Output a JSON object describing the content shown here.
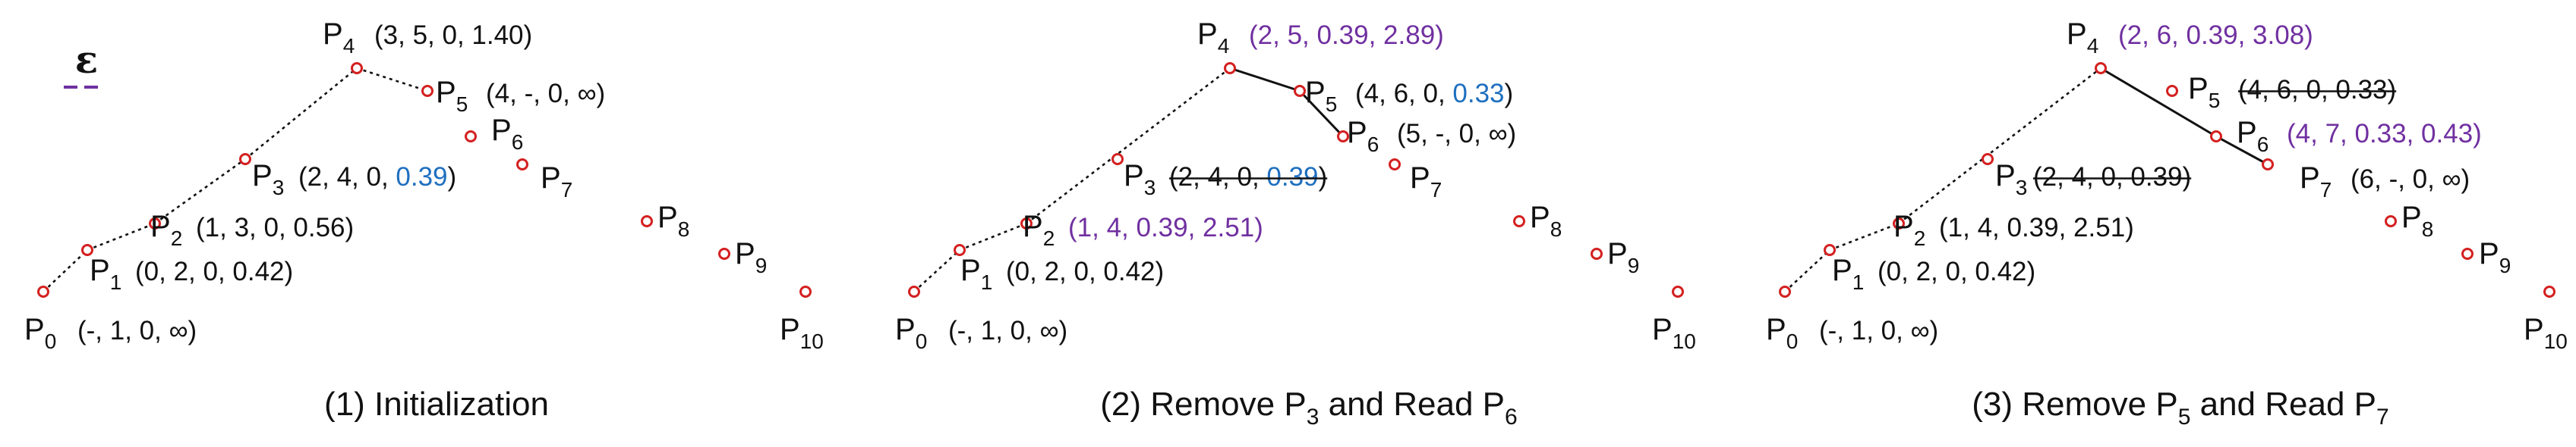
{
  "legend": {
    "epsilon_symbol": "ε"
  },
  "colors": {
    "point": "#d42020",
    "purple": "#7030a0",
    "blue": "#1f6fbf",
    "text": "#111111",
    "strike": "#111111"
  },
  "panels": [
    {
      "id": "panel-1",
      "caption": [
        {
          "t": "(1) Initialization"
        }
      ],
      "points": [
        {
          "id": "P0",
          "label": "P",
          "sub": "0",
          "tuple": [
            {
              "t": "(-, 1, 0, ∞)"
            }
          ]
        },
        {
          "id": "P1",
          "label": "P",
          "sub": "1",
          "tuple": [
            {
              "t": "(0, 2, 0, 0.42)"
            }
          ]
        },
        {
          "id": "P2",
          "label": "P",
          "sub": "2",
          "tuple": [
            {
              "t": "(1, 3, 0,  0.56)"
            }
          ]
        },
        {
          "id": "P3",
          "label": "P",
          "sub": "3",
          "tuple": [
            {
              "t": "(2, 4, 0, "
            },
            {
              "t": "0.39",
              "c": "blue"
            },
            {
              "t": ")"
            }
          ]
        },
        {
          "id": "P4",
          "label": "P",
          "sub": "4",
          "tuple": [
            {
              "t": "(3, 5, 0, 1.40)"
            }
          ]
        },
        {
          "id": "P5",
          "label": "P",
          "sub": "5",
          "tuple": [
            {
              "t": "(4, -, 0, ∞)"
            }
          ]
        },
        {
          "id": "P6",
          "label": "P",
          "sub": "6",
          "tuple": []
        },
        {
          "id": "P7",
          "label": "P",
          "sub": "7",
          "tuple": []
        },
        {
          "id": "P8",
          "label": "P",
          "sub": "8",
          "tuple": []
        },
        {
          "id": "P9",
          "label": "P",
          "sub": "9",
          "tuple": []
        },
        {
          "id": "P10",
          "label": "P",
          "sub": "10",
          "tuple": []
        }
      ],
      "edges": [
        {
          "from": "P0",
          "to": "P1",
          "style": "dotted"
        },
        {
          "from": "P1",
          "to": "P2",
          "style": "dotted"
        },
        {
          "from": "P2",
          "to": "P3",
          "style": "dotted"
        },
        {
          "from": "P3",
          "to": "P4",
          "style": "dotted"
        },
        {
          "from": "P4",
          "to": "P5",
          "style": "dotted"
        }
      ]
    },
    {
      "id": "panel-2",
      "caption": [
        {
          "t": "(2) Remove P"
        },
        {
          "t": "3",
          "sub": true
        },
        {
          "t": " and Read P"
        },
        {
          "t": "6",
          "sub": true
        }
      ],
      "points": [
        {
          "id": "P0",
          "label": "P",
          "sub": "0",
          "tuple": [
            {
              "t": "(-, 1, 0, ∞)"
            }
          ]
        },
        {
          "id": "P1",
          "label": "P",
          "sub": "1",
          "tuple": [
            {
              "t": "(0, 2, 0, 0.42)"
            }
          ]
        },
        {
          "id": "P2",
          "label": "P",
          "sub": "2",
          "tuple": [
            {
              "t": "(1, 4, 0.39,  2.51)",
              "c": "purple"
            }
          ]
        },
        {
          "id": "P3",
          "label": "P",
          "sub": "3",
          "removed": true,
          "tuple": [
            {
              "t": "(2, 4, 0, ",
              "strike": true
            },
            {
              "t": "0.39",
              "c": "blue",
              "strike": true
            },
            {
              "t": ")",
              "strike": true
            }
          ]
        },
        {
          "id": "P4",
          "label": "P",
          "sub": "4",
          "tuple": [
            {
              "t": "(2, 5, 0.39, 2.89)",
              "c": "purple"
            }
          ]
        },
        {
          "id": "P5",
          "label": "P",
          "sub": "5",
          "tuple": [
            {
              "t": "(4, 6, 0, "
            },
            {
              "t": "0.33",
              "c": "blue"
            },
            {
              "t": ")"
            }
          ]
        },
        {
          "id": "P6",
          "label": "P",
          "sub": "6",
          "tuple": [
            {
              "t": "(5, -, 0, ∞)"
            }
          ]
        },
        {
          "id": "P7",
          "label": "P",
          "sub": "7",
          "tuple": []
        },
        {
          "id": "P8",
          "label": "P",
          "sub": "8",
          "tuple": []
        },
        {
          "id": "P9",
          "label": "P",
          "sub": "9",
          "tuple": []
        },
        {
          "id": "P10",
          "label": "P",
          "sub": "10",
          "tuple": []
        }
      ],
      "edges": [
        {
          "from": "P0",
          "to": "P1",
          "style": "dotted"
        },
        {
          "from": "P1",
          "to": "P2",
          "style": "dotted"
        },
        {
          "from": "P2",
          "to": "P4",
          "style": "dotted"
        },
        {
          "from": "P4",
          "to": "P5",
          "style": "solid"
        },
        {
          "from": "P5",
          "to": "P6",
          "style": "solid"
        }
      ]
    },
    {
      "id": "panel-3",
      "caption": [
        {
          "t": "(3) Remove P"
        },
        {
          "t": "5",
          "sub": true
        },
        {
          "t": " and Read P"
        },
        {
          "t": "7",
          "sub": true
        }
      ],
      "points": [
        {
          "id": "P0",
          "label": "P",
          "sub": "0",
          "tuple": [
            {
              "t": "(-, 1, 0, ∞)"
            }
          ]
        },
        {
          "id": "P1",
          "label": "P",
          "sub": "1",
          "tuple": [
            {
              "t": "(0, 2, 0, 0.42)"
            }
          ]
        },
        {
          "id": "P2",
          "label": "P",
          "sub": "2",
          "tuple": [
            {
              "t": "(1, 4, 0.39,  2.51)"
            }
          ]
        },
        {
          "id": "P3",
          "label": "P",
          "sub": "3",
          "removed": true,
          "tuple": [
            {
              "t": "(2, 4, 0, 0.39)",
              "strike": true
            }
          ]
        },
        {
          "id": "P4",
          "label": "P",
          "sub": "4",
          "tuple": [
            {
              "t": "(2, 6, 0.39, 3.08)",
              "c": "purple"
            }
          ]
        },
        {
          "id": "P5",
          "label": "P",
          "sub": "5",
          "removed": true,
          "tuple": [
            {
              "t": "(4, 6, 0, 0.33)",
              "strike": true
            }
          ]
        },
        {
          "id": "P6",
          "label": "P",
          "sub": "6",
          "tuple": [
            {
              "t": "(4, 7, 0.33, 0.43)",
              "c": "purple"
            }
          ]
        },
        {
          "id": "P7",
          "label": "P",
          "sub": "7",
          "tuple": [
            {
              "t": "(6, -, 0, ∞)"
            }
          ]
        },
        {
          "id": "P8",
          "label": "P",
          "sub": "8",
          "tuple": []
        },
        {
          "id": "P9",
          "label": "P",
          "sub": "9",
          "tuple": []
        },
        {
          "id": "P10",
          "label": "P",
          "sub": "10",
          "tuple": []
        }
      ],
      "edges": [
        {
          "from": "P0",
          "to": "P1",
          "style": "dotted"
        },
        {
          "from": "P1",
          "to": "P2",
          "style": "dotted"
        },
        {
          "from": "P2",
          "to": "P4",
          "style": "dotted"
        },
        {
          "from": "P4",
          "to": "P6",
          "style": "solid"
        },
        {
          "from": "P6",
          "to": "P7",
          "style": "solid"
        }
      ]
    }
  ]
}
